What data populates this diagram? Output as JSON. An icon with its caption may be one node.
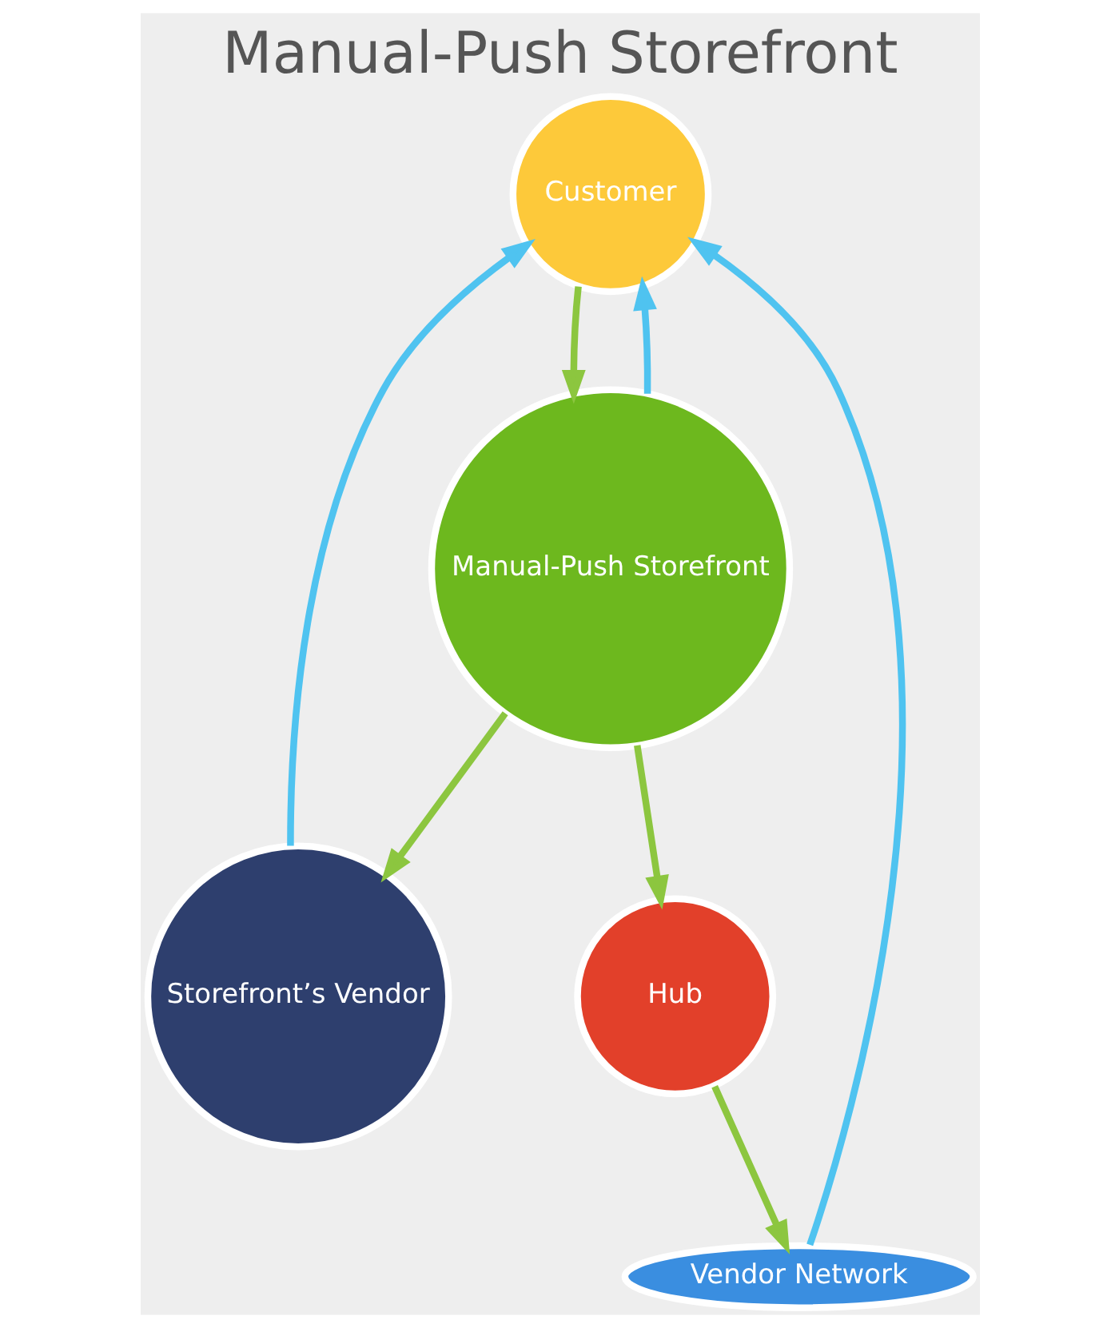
{
  "diagram": {
    "title": "Manual-Push Storefront",
    "nodes": [
      {
        "text": [
          "Customer"
        ]
      },
      {
        "text": [
          "Manual-Push Storefront"
        ]
      },
      {
        "text": [
          "Storefront’s Vendor"
        ]
      },
      {
        "text": [
          "Hub"
        ]
      },
      {
        "text": [
          "Vendor Network"
        ]
      }
    ],
    "edges": [
      {
        "from": 0,
        "to": 1,
        "arrow": "to"
      },
      {
        "from": 1,
        "to": 0,
        "arrow": "to",
        "color": "#4fc3f0"
      },
      {
        "from": 2,
        "to": 0,
        "arrow": "to",
        "color": "#4fc3f0"
      },
      {
        "from": 1,
        "to": 2,
        "arrow": "to"
      },
      {
        "from": 1,
        "to": 3,
        "arrow": "to"
      },
      {
        "from": 3,
        "to": 4,
        "arrow": "to"
      },
      {
        "from": 4,
        "to": 0,
        "arrow": "to",
        "color": "#4fc3f0"
      }
    ]
  }
}
